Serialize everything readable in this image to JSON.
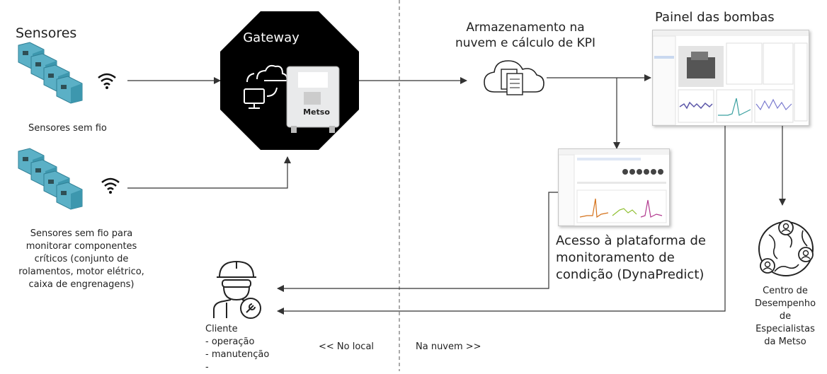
{
  "sensors": {
    "title": "Sensores",
    "group1_label": "Sensores sem fio",
    "group2_label": [
      "Sensores sem fio para",
      "monitorar componentes",
      "críticos (conjunto de",
      "rolamentos, motor elétrico,",
      "caixa de engrenagens)"
    ]
  },
  "gateway": {
    "title": "Gateway",
    "device_brand": "Metso"
  },
  "cloud": {
    "title_lines": [
      "Armazenamento na",
      "nuvem e cálculo de KPI"
    ]
  },
  "dashboard": {
    "title": "Painel das bombas"
  },
  "dynapredict": {
    "title_lines": [
      "Acesso à plataforma de",
      "monitoramento de",
      "condição (DynaPredict)"
    ]
  },
  "client": {
    "lines": [
      "Cliente",
      "- operação",
      "- manutenção",
      "-"
    ]
  },
  "experts": {
    "lines": [
      "Centro de",
      "Desempenho de",
      "Especialistas",
      "da Metso"
    ]
  },
  "zones": {
    "local": "<< No local",
    "cloud": "Na nuvem >>"
  },
  "colors": {
    "sensor_fill": "#5bb0c6",
    "sensor_dark": "#2f7f95",
    "gateway_fill": "#000000",
    "arrow": "#333333"
  }
}
